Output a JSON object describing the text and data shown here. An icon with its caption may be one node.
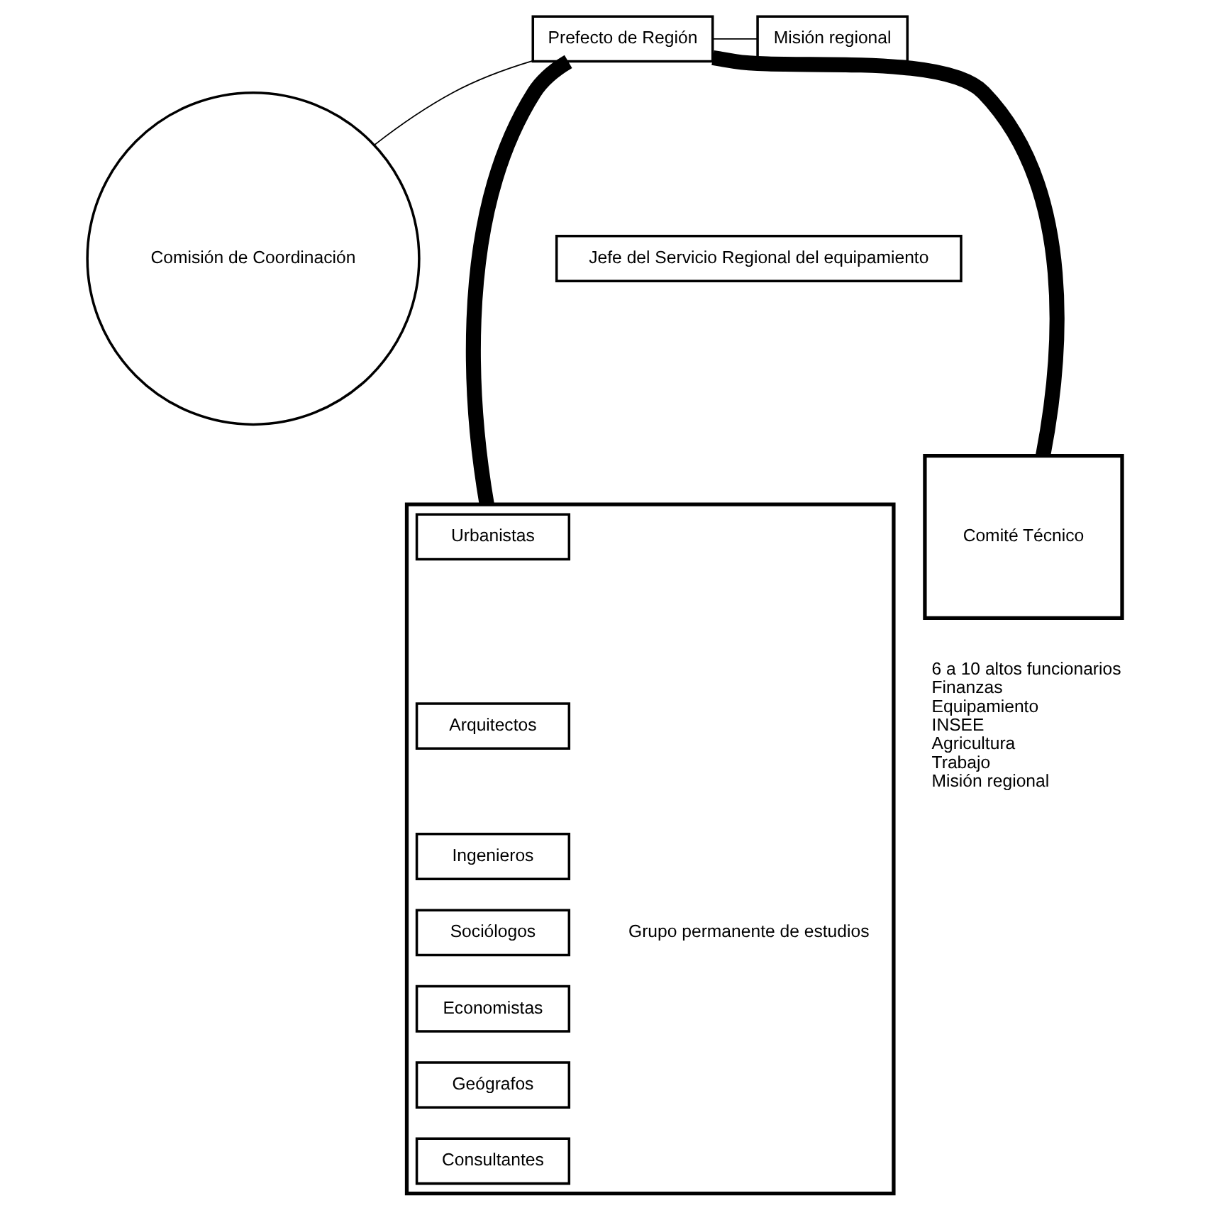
{
  "diagram": {
    "nodes": [
      {
        "text": [
          "Prefecto de Región"
        ]
      },
      {
        "text": [
          "Misión regional"
        ]
      },
      {
        "text": [
          "Comisión de Coordinación"
        ]
      },
      {
        "text": [
          "Jefe del Servicio Regional del equipamiento"
        ]
      },
      {
        "text": [
          "Comité Técnico"
        ],
        "beside": [
          "6 a 10 altos funcionarios",
          "Finanzas",
          "Equipamiento",
          "INSEE",
          "Agricultura",
          "Trabajo",
          "Misión regional"
        ]
      },
      {
        "text": [
          "Grupo permanente de estudios"
        ]
      },
      {
        "text": [
          "Urbanistas"
        ],
        "in": 5
      },
      {
        "text": [
          "Arquitectos"
        ],
        "in": 5
      },
      {
        "text": [
          "Ingenieros"
        ],
        "in": 5
      },
      {
        "text": [
          "Sociólogos"
        ],
        "in": 5
      },
      {
        "text": [
          "Economistas"
        ],
        "in": 5
      },
      {
        "text": [
          "Geógrafos"
        ],
        "in": 5
      },
      {
        "text": [
          "Consultantes"
        ],
        "in": 5
      }
    ],
    "edges": [
      {
        "from": 0,
        "to": 1,
        "arrow": "none"
      },
      {
        "from": 0,
        "to": 2,
        "arrow": "none"
      },
      {
        "from": 0,
        "to": 4,
        "arrow": "none",
        "style": "thick"
      },
      {
        "from": 0,
        "to": 5,
        "arrow": "none",
        "style": "thick"
      }
    ]
  }
}
